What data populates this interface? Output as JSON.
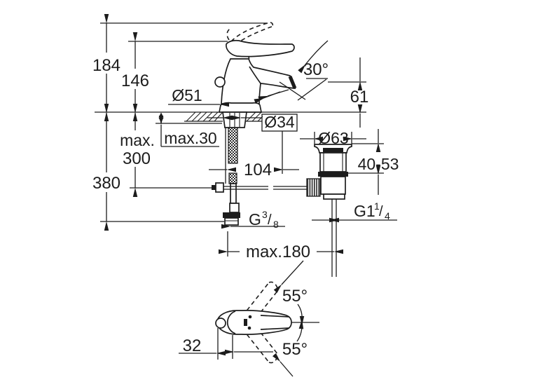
{
  "page": {
    "background": "#ffffff",
    "line_color": "#1c1c1c"
  },
  "side_view": {
    "dim_184": "184",
    "dim_146": "146",
    "dim_380": "380",
    "dim_max_word": "max.",
    "dim_max_value": "300",
    "dim_max30": "max.30",
    "dia_body": "Ø51",
    "dia_hole": "Ø34",
    "dia_flange": "Ø63",
    "angle_spout": "30°",
    "dim_spout_height": "61",
    "dim_center_distance": "104",
    "range_clamp": "40-53",
    "dim_reach": "max.180",
    "thread_hose": {
      "g": "G",
      "num": "3",
      "slash": "/",
      "den": "8"
    },
    "thread_drain": {
      "g": "G1",
      "num": "1",
      "slash": "/",
      "den": "4"
    }
  },
  "top_view": {
    "angle_upper": "55°",
    "angle_lower": "55°",
    "dim_offset": "32"
  }
}
